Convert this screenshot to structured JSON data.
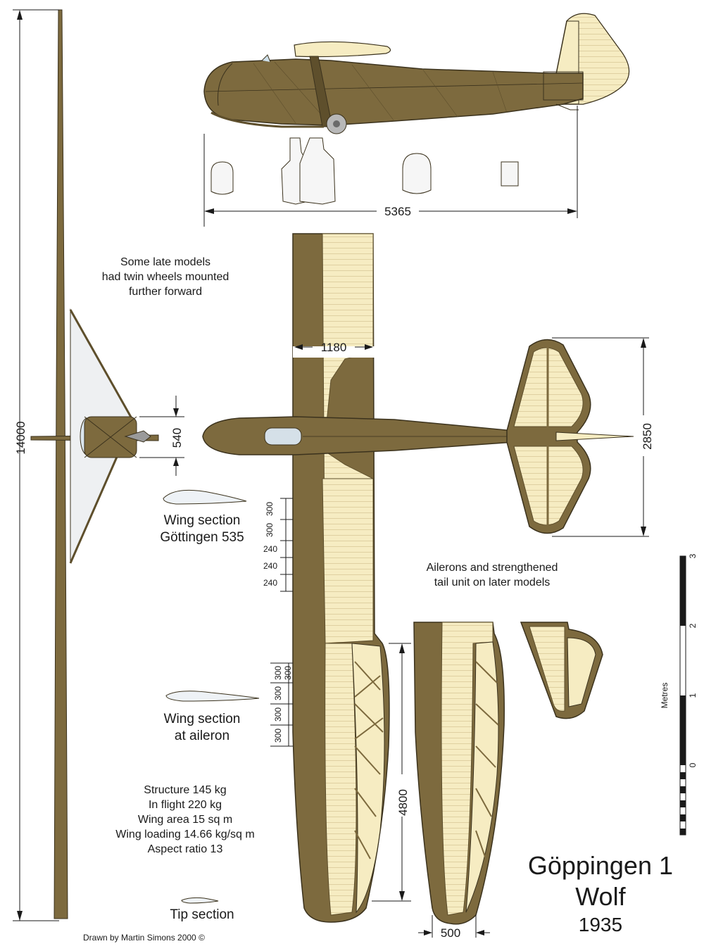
{
  "title": {
    "name": "Göppingen 1",
    "subtitle": "Wolf",
    "year": "1935"
  },
  "credit": "Drawn by Martin Simons 2000 ©",
  "notes": {
    "twin_wheels": [
      "Some late models",
      "had twin wheels mounted",
      "further forward"
    ],
    "ailerons": [
      "Ailerons and strengthened",
      "tail unit on later models"
    ],
    "wing_section_root": [
      "Wing section",
      "Göttingen 535"
    ],
    "wing_section_aileron": [
      "Wing section",
      "at aileron"
    ],
    "tip_section": "Tip section",
    "specs": [
      "Structure 145 kg",
      "In flight 220 kg",
      "Wing area 15 sq m",
      "Wing loading 14.66 kg/sq m",
      "Aspect ratio 13"
    ]
  },
  "dimensions": {
    "length": "5365",
    "span": "14000",
    "root_chord": "1180",
    "tailplane_span": "2850",
    "fuselage_width": "540",
    "aileron_length": "4800",
    "tip_chord": "500",
    "rib_spacing_inner": [
      "300",
      "300",
      "240",
      "240",
      "240"
    ],
    "rib_spacing_outer": [
      "300",
      "300",
      "300",
      "300",
      "300"
    ]
  },
  "scale": {
    "label": "Metres",
    "ticks": [
      "0",
      "1",
      "2",
      "3"
    ]
  },
  "colors": {
    "wood": "#7d6a3e",
    "wood_dark": "#5e4f2c",
    "fabric": "#f6ecc2",
    "line": "#3b321d"
  }
}
